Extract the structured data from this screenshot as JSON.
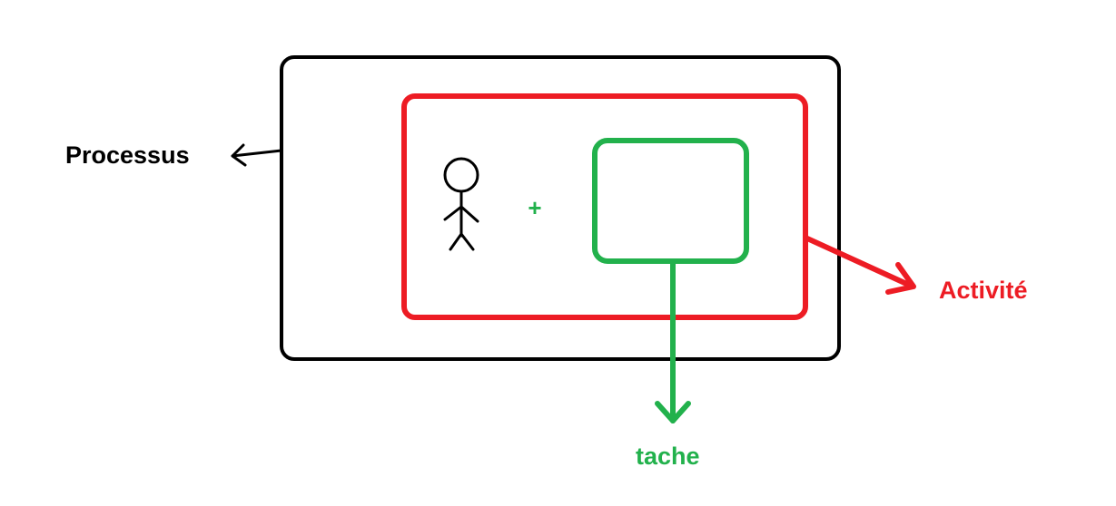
{
  "labels": {
    "processus": "Processus",
    "activite": "Activité",
    "tache": "tache",
    "plus": "+"
  },
  "colors": {
    "processus": "#000000",
    "activite": "#ed1c24",
    "tache": "#22b14c",
    "background": "#ffffff"
  },
  "icons": {
    "person": "stick-figure-icon"
  }
}
